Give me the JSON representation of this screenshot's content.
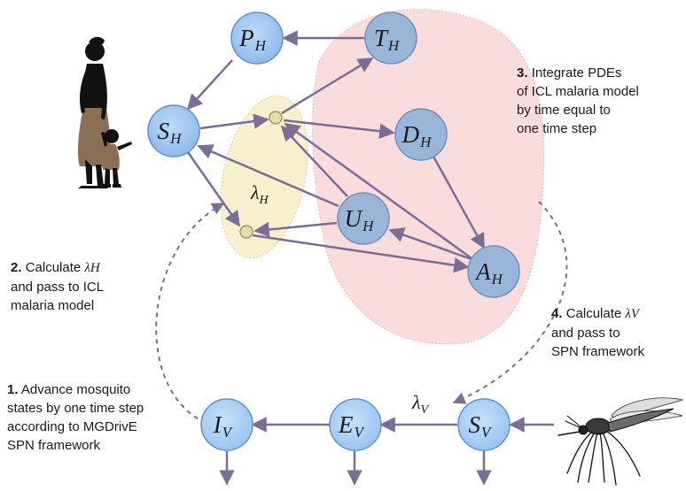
{
  "nodes": {
    "PH": {
      "main": "P",
      "sub": "H"
    },
    "TH": {
      "main": "T",
      "sub": "H"
    },
    "SH": {
      "main": "S",
      "sub": "H"
    },
    "DH": {
      "main": "D",
      "sub": "H"
    },
    "UH": {
      "main": "U",
      "sub": "H"
    },
    "AH": {
      "main": "A",
      "sub": "H"
    },
    "IV": {
      "main": "I",
      "sub": "V"
    },
    "EV": {
      "main": "E",
      "sub": "V"
    },
    "SV": {
      "main": "S",
      "sub": "V"
    }
  },
  "labels": {
    "lambda_h": {
      "main": "λ",
      "sub": "H"
    },
    "lambda_v": {
      "main": "λ",
      "sub": "V"
    }
  },
  "steps": {
    "s1": {
      "num": "1.",
      "lines": [
        "Advance mosquito",
        "states by one time step",
        "according to MGDrivE",
        "SPN framework"
      ]
    },
    "s2": {
      "num": "2.",
      "line1": "Calculate",
      "lambda": "λH",
      "lines": [
        "and pass to ICL",
        "malaria model"
      ]
    },
    "s3": {
      "num": "3.",
      "lines": [
        "Integrate PDEs",
        "of ICL malaria model",
        "by time equal to",
        "one time step"
      ]
    },
    "s4": {
      "num": "4.",
      "line1": "Calculate",
      "lambda": "λV",
      "lines": [
        "and pass to",
        "SPN framework"
      ]
    }
  },
  "colors": {
    "node_light": "#a9cdf2",
    "node_dark": "#6b9fd8",
    "node_stroke": "#5f93cc",
    "arrow": "#7a6d98",
    "yellow_region": "#f8efc8",
    "pink_region": "#fad7d6"
  },
  "icons": {
    "human": "mother-child-silhouette-icon",
    "mosquito": "mosquito-icon"
  }
}
